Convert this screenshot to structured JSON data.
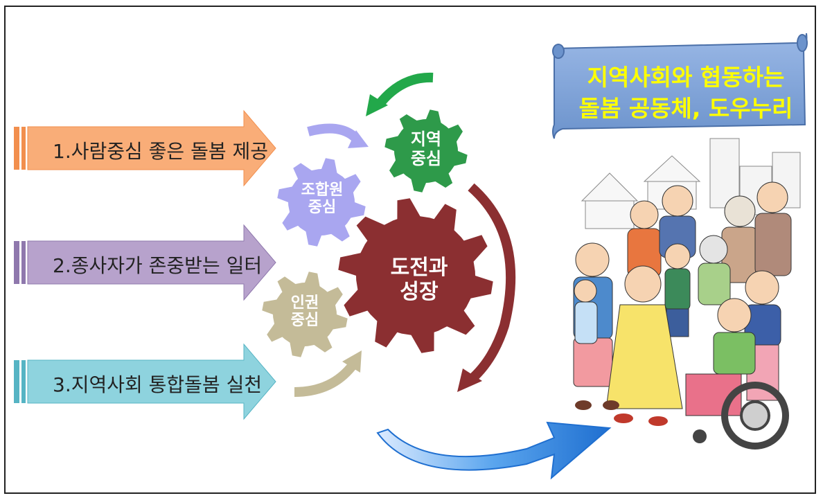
{
  "arrows": [
    {
      "label": "1.사람중심 좋은 돌봄 제공",
      "color": "#f9ad78",
      "stripe": "#f28f4e"
    },
    {
      "label": "2.종사자가 존중받는 일터",
      "color": "#b7a2cc",
      "stripe": "#8f78ad"
    },
    {
      "label": "3.지역사회 통합돌봄 실천",
      "color": "#8ed3de",
      "stripe": "#56b4c4"
    }
  ],
  "gears": {
    "community": {
      "line1": "지역",
      "line2": "중심",
      "color": "#2e9a4a"
    },
    "member": {
      "line1": "조합원",
      "line2": "중심",
      "color": "#a9a6f0"
    },
    "rights": {
      "line1": "인권",
      "line2": "중심",
      "color": "#c4bb98"
    },
    "growth": {
      "line1": "도전과",
      "line2": "성장",
      "color": "#8b2f31"
    }
  },
  "banner": {
    "line1": "지역사회와 협동하는",
    "line2": "돌봄 공동체, 도우누리",
    "bg": "#7ea3d8",
    "text_color": "#ffff00"
  },
  "colors": {
    "green_arrow": "#22a84a",
    "purple_arrow": "#a9a6f0",
    "maroon_arrow": "#8b2f31",
    "tan_arrow": "#c4bb98",
    "blue_arrow": "#3b8fe0"
  },
  "illustration": {
    "name": "community-people-illustration"
  }
}
